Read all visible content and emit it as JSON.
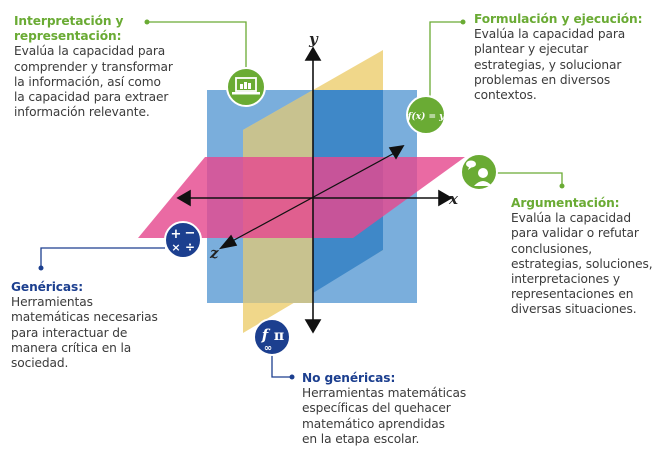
{
  "colors": {
    "green": "#6aab34",
    "navy": "#1c3f8f",
    "plane_blue": "#5b9bd5",
    "plane_yellow": "#f0d78a",
    "plane_pink": "#e5498f"
  },
  "axes": {
    "x": "x",
    "y": "y",
    "z": "z"
  },
  "blocks": {
    "interpretacion": {
      "title": "Interpretación y representación:",
      "desc": "Evalúa la capacidad para\ncomprender y transformar\nla información, así como\nla capacidad para extraer\ninformación relevante.",
      "icon": "laptop-chart-icon"
    },
    "formulacion": {
      "title": "Formulación y ejecución:",
      "desc": "Evalúa la capacidad para\nplantear y ejecutar\nestrategias, y solucionar\nproblemas en diversos\ncontextos.",
      "icon": "function-icon",
      "icon_text": "f(x) = y"
    },
    "argumentacion": {
      "title": "Argumentación:",
      "desc": "Evalúa la capacidad\npara validar o refutar\nconclusiones,\nestrategias, soluciones,\ninterpretaciones y\nrepresentaciones en\ndiversas situaciones.",
      "icon": "person-speech-icon"
    },
    "genericas": {
      "title": "Genéricas:",
      "desc": "Herramientas\nmatemáticas necesarias\npara interactuar de\nmanera crítica en la\nsociedad.",
      "icon": "arithmetic-operators-icon"
    },
    "no_genericas": {
      "title": "No genéricas:",
      "desc": "Herramientas matemáticas\nespecíficas del quehacer\nmatemático aprendidas\nen la etapa escolar.",
      "icon": "math-symbols-icon"
    }
  }
}
